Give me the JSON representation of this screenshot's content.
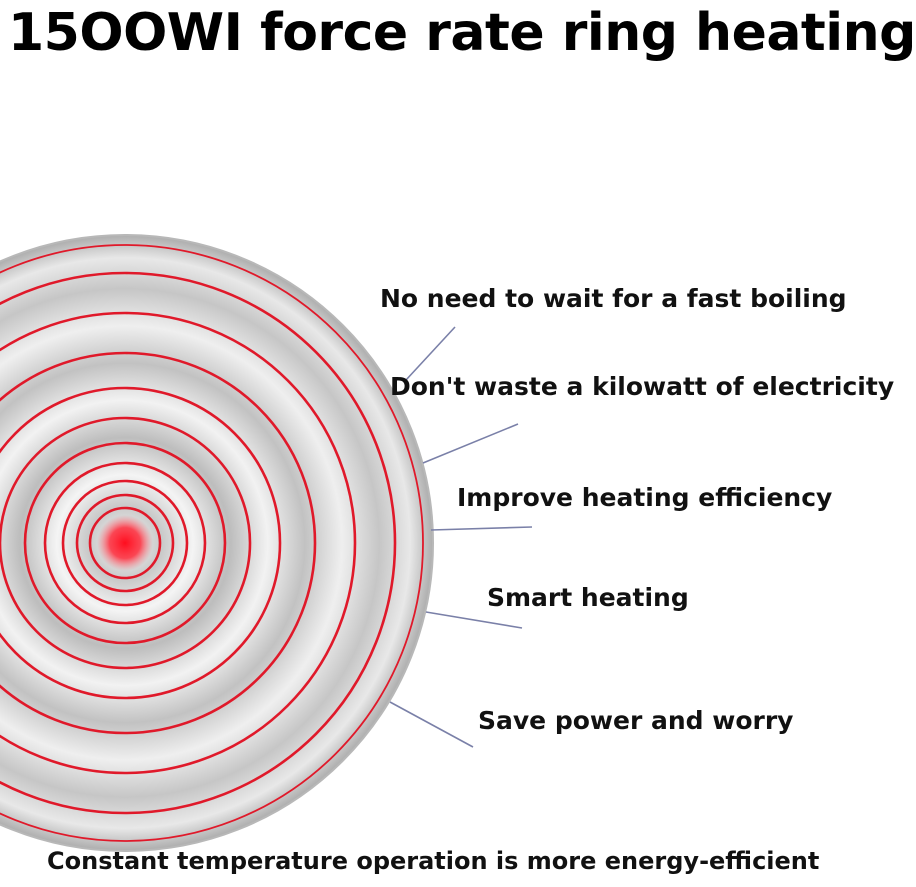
{
  "title": "15OOWI force rate ring heating",
  "features": [
    "No need to wait for a fast boiling",
    "Don't waste a kilowatt of electricity",
    "Improve heating efficiency",
    "Smart heating",
    "Save power and worry"
  ],
  "footer": "Constant temperature operation is more energy-efficient",
  "colors": {
    "ring": "#e0192a",
    "hotspot": "#ff1a2a",
    "plate_light": "#f4f4f4",
    "plate_dark": "#9a9a9a",
    "leader_line": "#7a80a8"
  }
}
